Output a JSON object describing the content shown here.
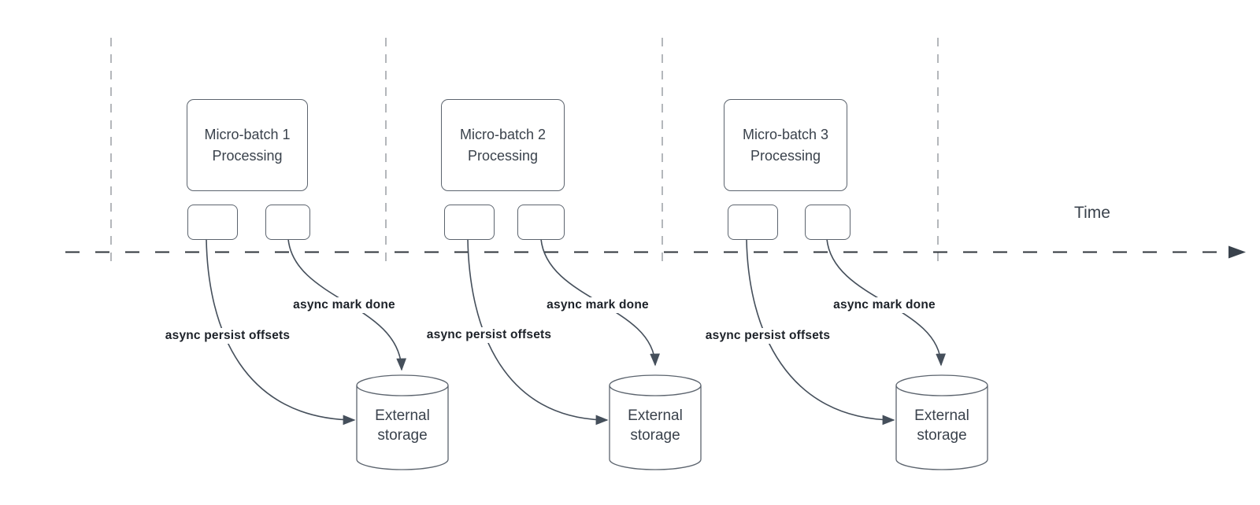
{
  "diagram": {
    "time_axis": {
      "label": "Time"
    },
    "groups": [
      {
        "box_title": "Micro-batch 1",
        "box_subtitle": "Processing",
        "persist_label": "async persist offsets",
        "mark_label": "async mark done",
        "storage_label": "External storage"
      },
      {
        "box_title": "Micro-batch 2",
        "box_subtitle": "Processing",
        "persist_label": "async persist offsets",
        "mark_label": "async mark done",
        "storage_label": "External storage"
      },
      {
        "box_title": "Micro-batch 3",
        "box_subtitle": "Processing",
        "persist_label": "async persist offsets",
        "mark_label": "async mark done",
        "storage_label": "External storage"
      }
    ],
    "colors": {
      "shape_stroke": "#5c646e",
      "curve_stroke": "#454f5b",
      "text": "#3a424c",
      "bold_label_text": "#1c2128",
      "guide_line": "#b4b7bb",
      "time_axis_line": "#2f353b"
    }
  }
}
